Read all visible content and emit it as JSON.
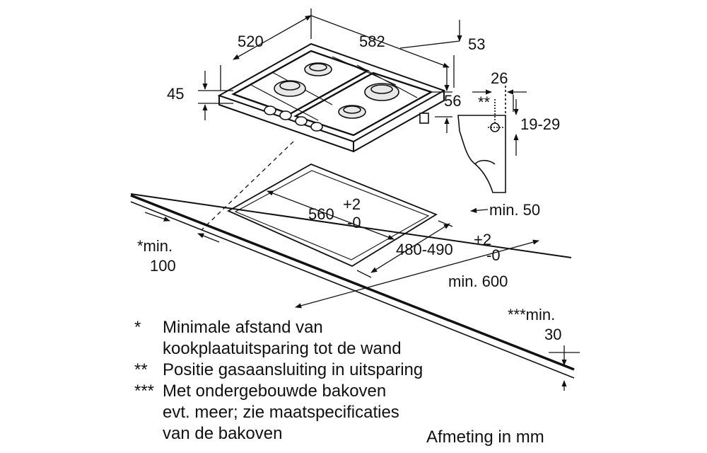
{
  "dimensions": {
    "hob_depth": "520",
    "hob_width": "582",
    "side_gap": "53",
    "hob_height": "45",
    "rear_depth": "56",
    "connection_offset": "26",
    "connection_marker": "**",
    "connection_height": "19-29",
    "cutout_width_base": "560",
    "cutout_width_tol_plus": "+2",
    "cutout_width_tol_minus": "-0",
    "cutout_depth_base": "480-490",
    "cutout_depth_tol_plus": "+2",
    "cutout_depth_tol_minus": "-0",
    "rear_clearance": "min. 50",
    "front_clearance_line1": "*min.",
    "front_clearance_line2": "100",
    "worktop_depth": "min. 600",
    "oven_clearance_line1": "***min.",
    "oven_clearance_line2": "30"
  },
  "legend": [
    {
      "mark": "*",
      "lines": [
        "Minimale afstand van",
        "kookplaatuitsparing tot de wand"
      ]
    },
    {
      "mark": "**",
      "lines": [
        "Positie gasaansluiting in uitsparing"
      ]
    },
    {
      "mark": "***",
      "lines": [
        "Met ondergebouwde bakoven",
        "evt. meer; zie maatspecificaties",
        "van de bakoven"
      ]
    }
  ],
  "unit_note": "Afmeting in mm"
}
